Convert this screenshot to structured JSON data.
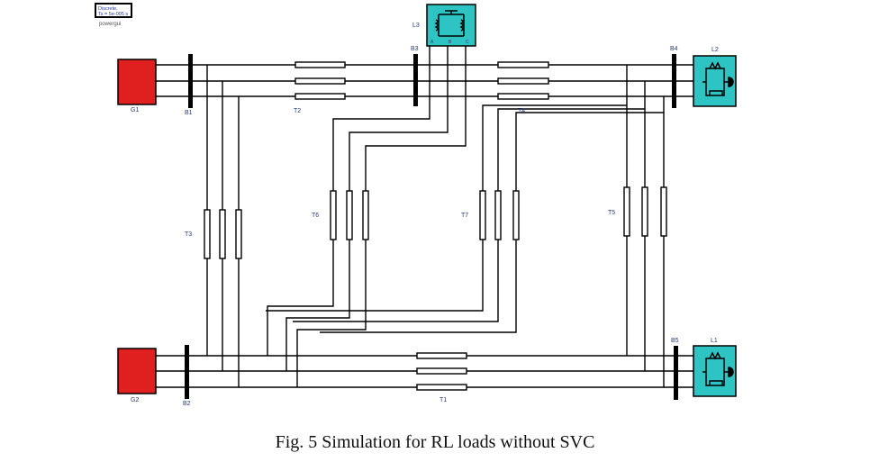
{
  "caption": "Fig. 5 Simulation for RL loads without SVC",
  "colors": {
    "generator": "#e0201e",
    "load": "#2ec4c4",
    "bus": "#000000",
    "wire": "#000000",
    "label": "#2a3a7a"
  },
  "powergui": {
    "line1": "Discrete,",
    "line2": "Ts = 5e-005 s",
    "label": "powergui"
  },
  "generators": [
    {
      "id": "G1",
      "label": "G1"
    },
    {
      "id": "G2",
      "label": "G2"
    }
  ],
  "buses": [
    {
      "id": "B1",
      "label": "B1"
    },
    {
      "id": "B2",
      "label": "B2"
    },
    {
      "id": "B3",
      "label": "B3"
    },
    {
      "id": "B4",
      "label": "B4"
    },
    {
      "id": "B5",
      "label": "B5"
    }
  ],
  "loads": [
    {
      "id": "L1",
      "label": "L1",
      "icon": "rl-load-icon"
    },
    {
      "id": "L2",
      "label": "L2",
      "icon": "rl-load-icon"
    },
    {
      "id": "L3",
      "label": "L3",
      "icon": "rl-load-icon"
    }
  ],
  "lines": [
    {
      "id": "T1",
      "label": "T1"
    },
    {
      "id": "T2",
      "label": "T2"
    },
    {
      "id": "T3",
      "label": "T3"
    },
    {
      "id": "T4",
      "label": "T4"
    },
    {
      "id": "T5",
      "label": "T5"
    },
    {
      "id": "T6",
      "label": "T6"
    },
    {
      "id": "T7",
      "label": "T7"
    }
  ],
  "phase_ports": [
    "A",
    "B",
    "C"
  ]
}
